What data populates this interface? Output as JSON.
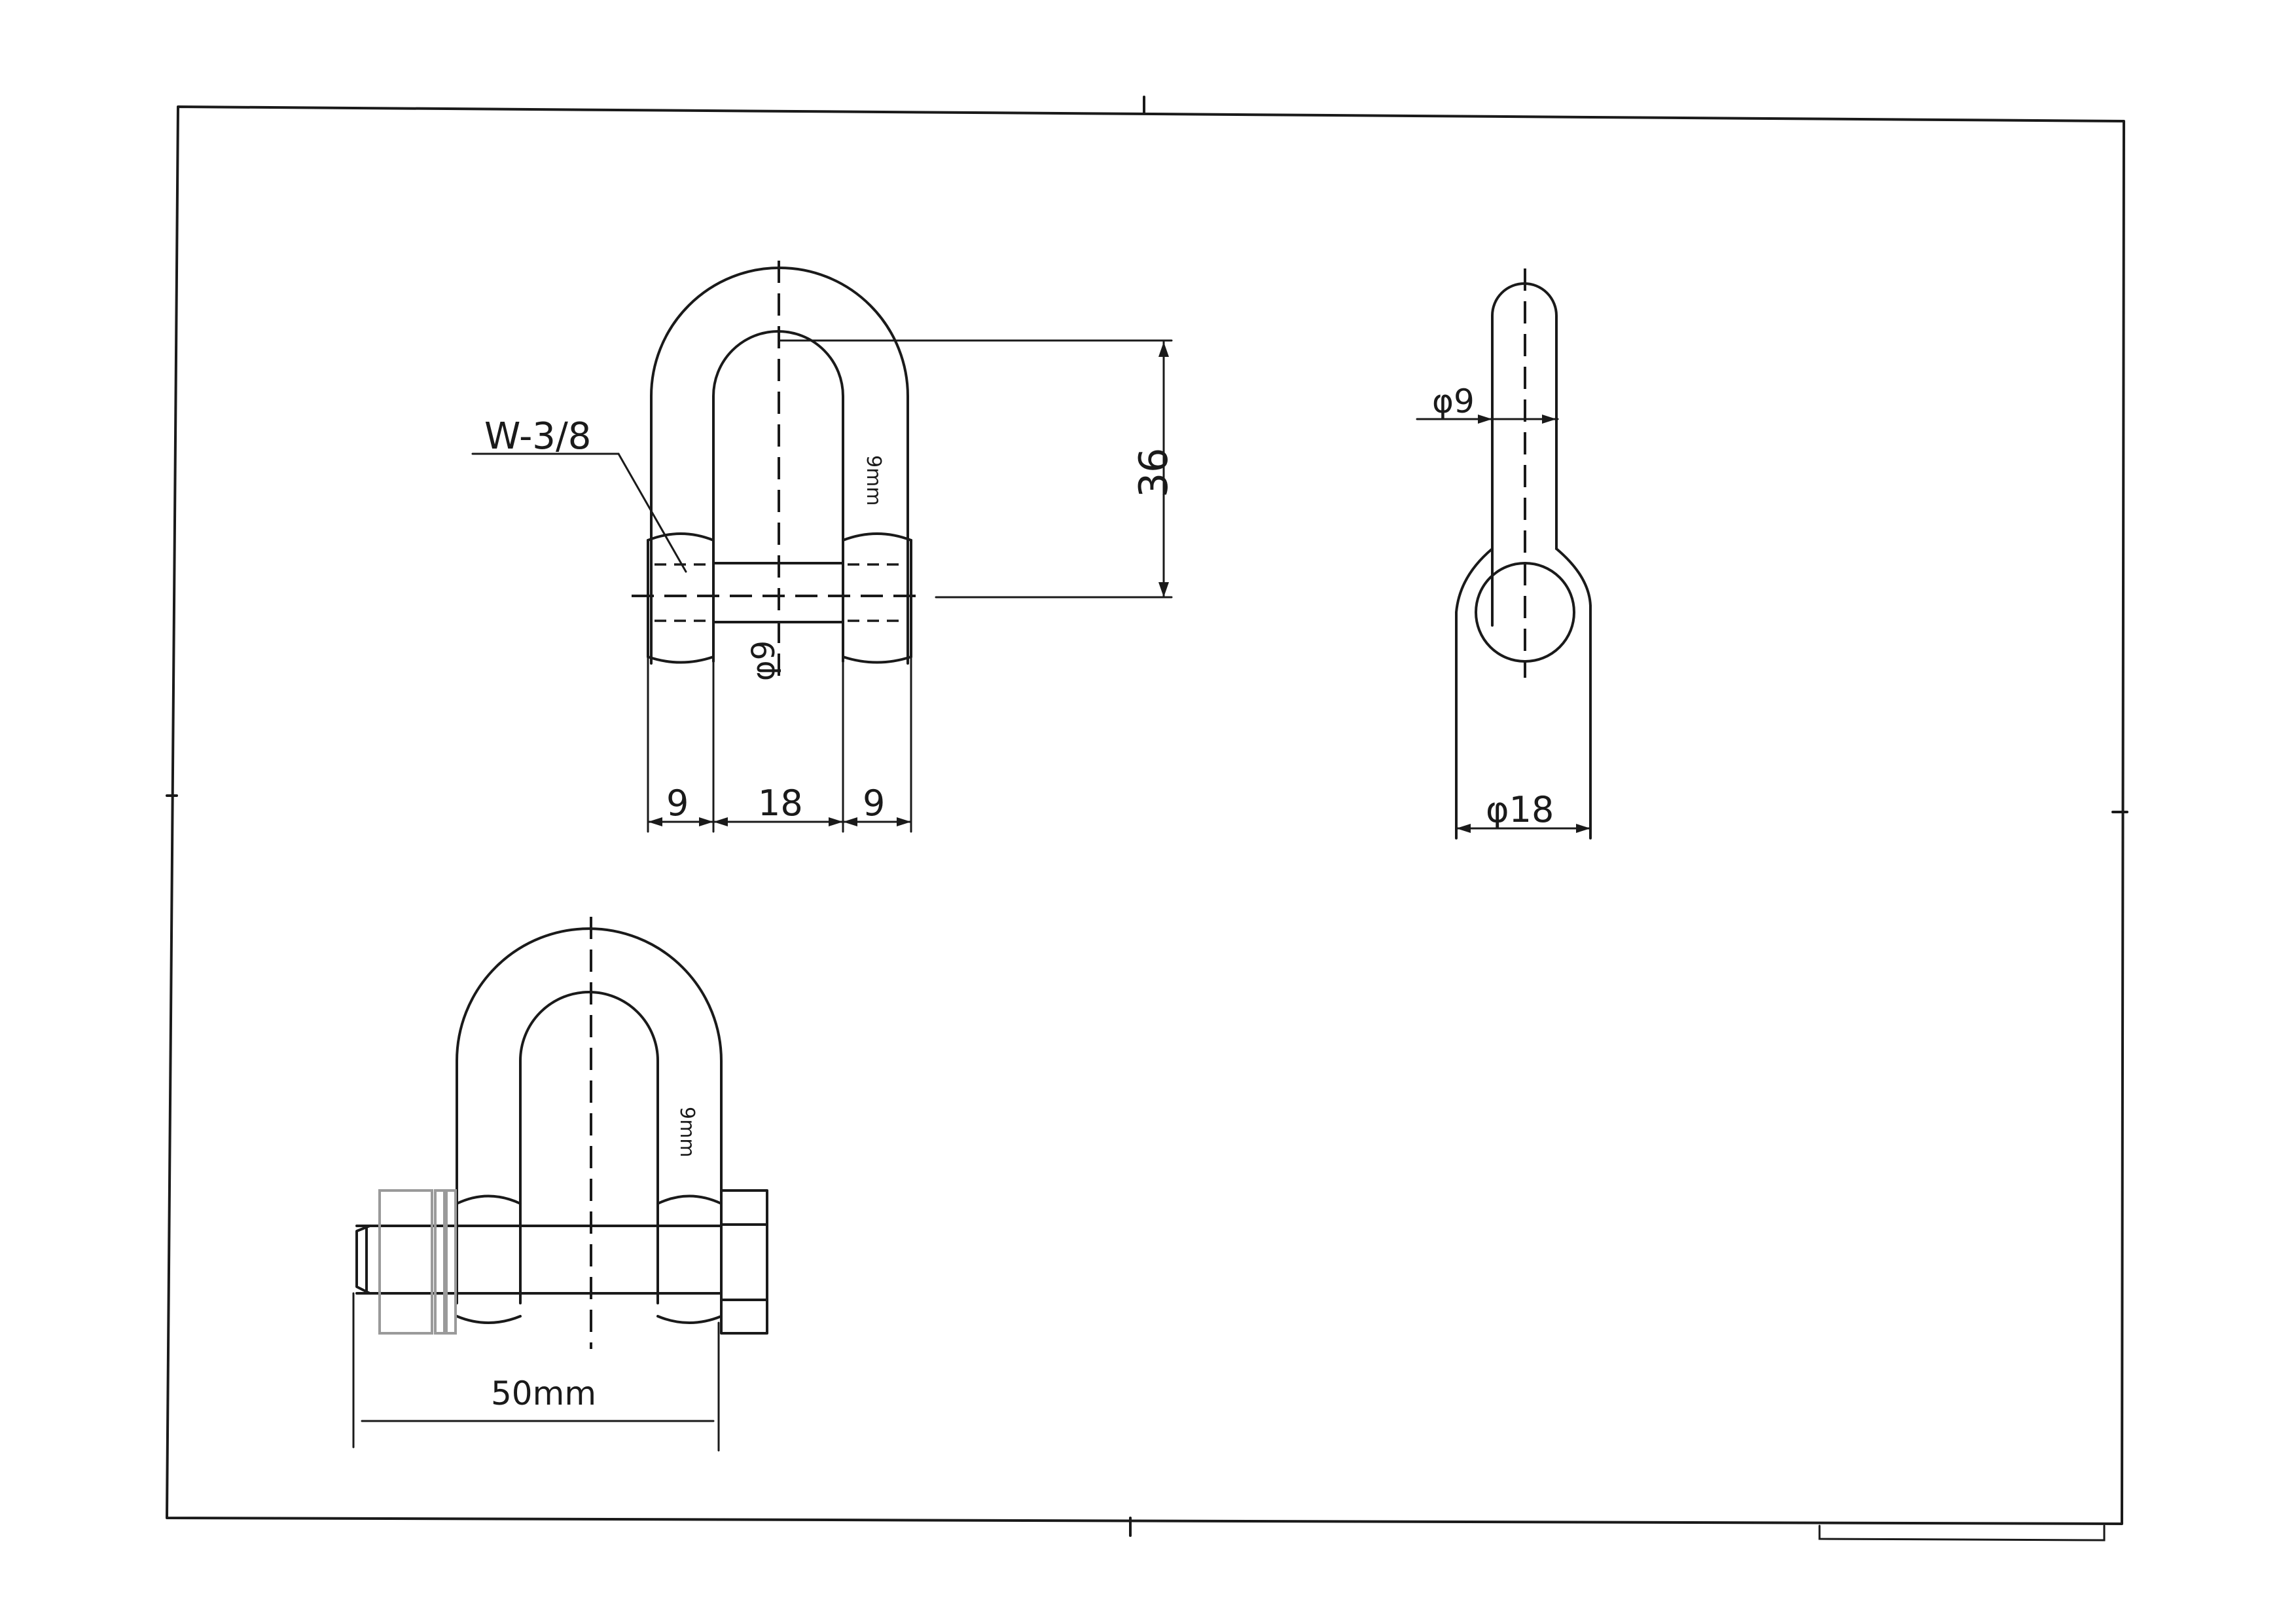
{
  "front_view": {
    "thread_label": "W-3/8",
    "height_dim": "36",
    "pin_dia": "φ9",
    "width_left": "9",
    "width_inner": "18",
    "width_right": "9",
    "marking": "9mm"
  },
  "side_view": {
    "thickness_dia": "φ9",
    "eye_dia": "φ18"
  },
  "assembly_view": {
    "marking": "9mm",
    "length_dim": "50mm"
  }
}
